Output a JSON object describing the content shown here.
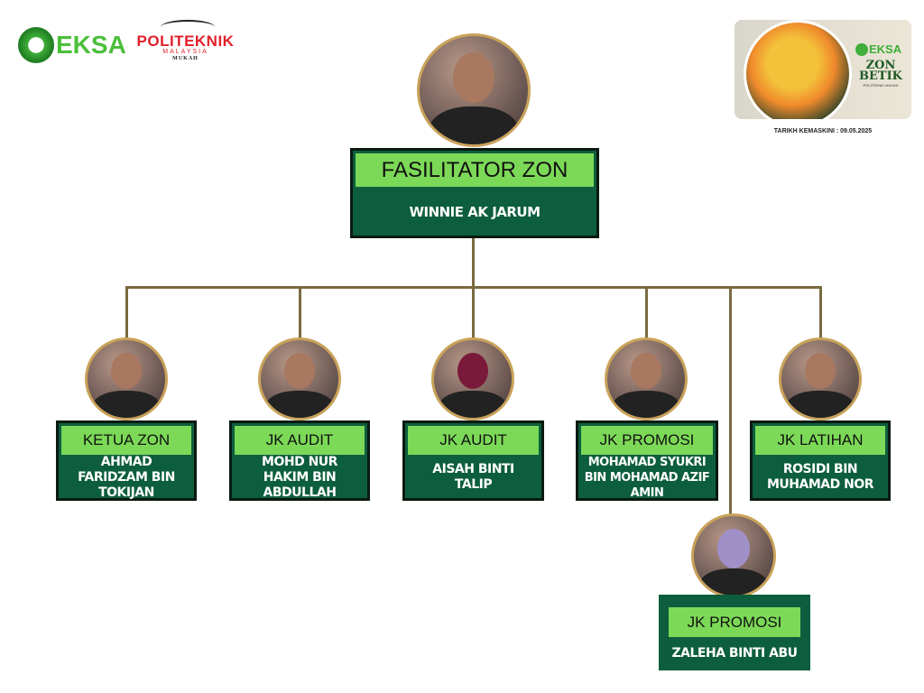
{
  "logos": {
    "eksa": "EKSA",
    "politeknik": "POLITEKNIK",
    "malaysia": "MALAYSIA",
    "campus": "MUKAH"
  },
  "banner": {
    "eksa": "EKSA",
    "zone": "ZON",
    "name": "BETIK",
    "sub": "POLITEKNIK MUKAH",
    "updated": "TARIKH KEMASKINI : 09.05.2025"
  },
  "facilitator": {
    "role": "FASILITATOR ZON",
    "name": "WINNIE AK JARUM"
  },
  "members": [
    {
      "role": "KETUA ZON",
      "name": "AHMAD FARIDZAM BIN TOKIJAN"
    },
    {
      "role": "JK AUDIT",
      "name": "MOHD NUR HAKIM BIN ABDULLAH"
    },
    {
      "role": "JK AUDIT",
      "name": "AISAH BINTI TALIP"
    },
    {
      "role": "JK PROMOSI",
      "name": "MOHAMAD SYUKRI BIN MOHAMAD AZIF AMIN"
    },
    {
      "role": "JK LATIHAN",
      "name": "ROSIDI BIN MUHAMAD NOR"
    },
    {
      "role": "JK PROMOSI",
      "name": "ZALEHA BINTI ABU"
    }
  ],
  "colors": {
    "dark_green": "#0d5e3e",
    "light_green": "#7cd957",
    "connector": "#7a6a40"
  }
}
